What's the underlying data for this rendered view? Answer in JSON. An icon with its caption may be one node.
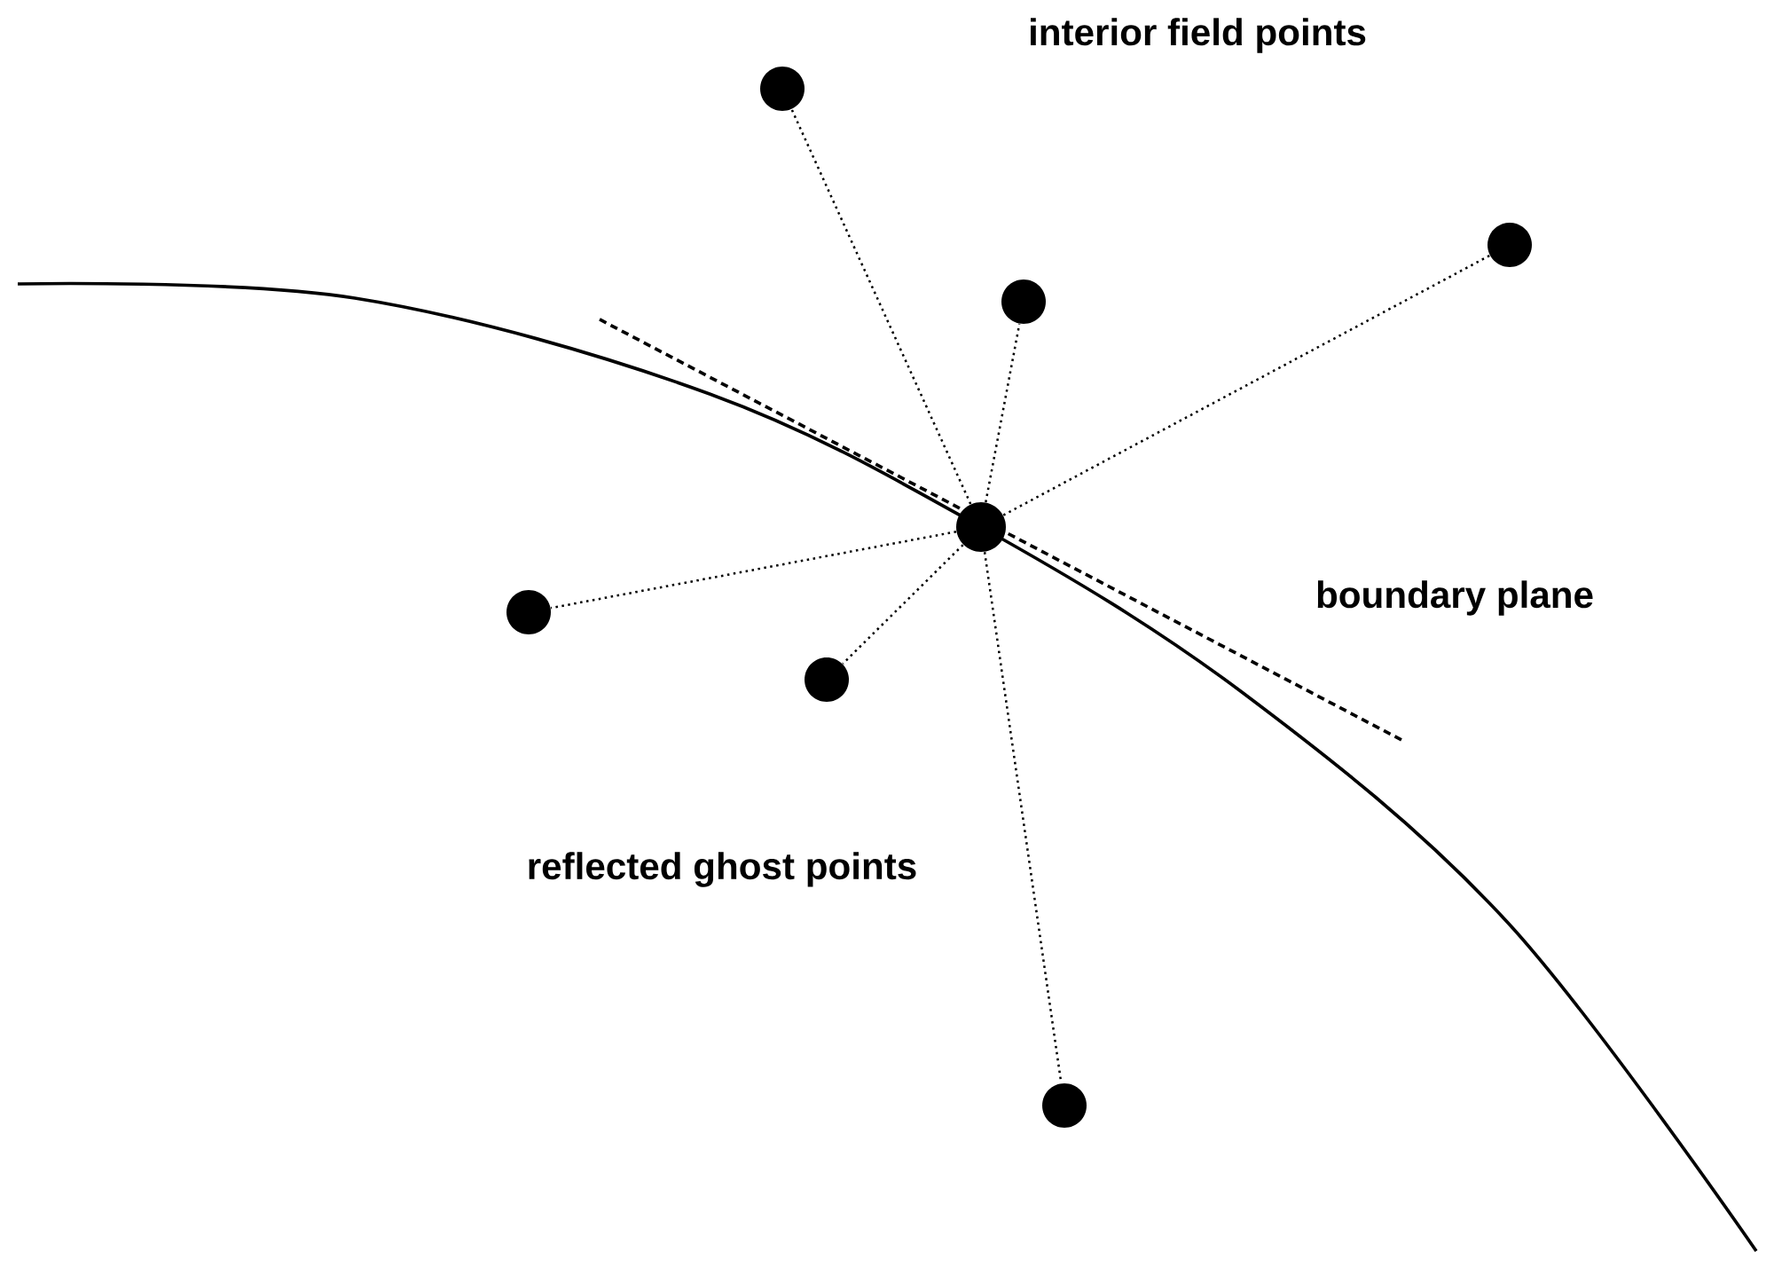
{
  "diagram": {
    "nodes": [
      {
        "text": [],
        "shape": "circle"
      },
      {
        "text": [],
        "shape": "circle"
      },
      {
        "text": [],
        "shape": "circle"
      },
      {
        "text": [],
        "shape": "circle"
      },
      {
        "text": [],
        "shape": "circle"
      },
      {
        "text": [],
        "shape": "circle"
      },
      {
        "text": [],
        "shape": "circle"
      }
    ],
    "edges": [
      {
        "from": 3,
        "to": 0,
        "arrow": "none"
      },
      {
        "from": 3,
        "to": 1,
        "arrow": "none"
      },
      {
        "from": 3,
        "to": 2,
        "arrow": "none"
      },
      {
        "from": 3,
        "to": 4,
        "arrow": "none"
      },
      {
        "from": 3,
        "to": 5,
        "arrow": "none"
      },
      {
        "from": 3,
        "to": 6,
        "arrow": "none"
      }
    ],
    "labels": [
      "interior field points",
      "boundary plane",
      "reflected ghost points"
    ]
  }
}
